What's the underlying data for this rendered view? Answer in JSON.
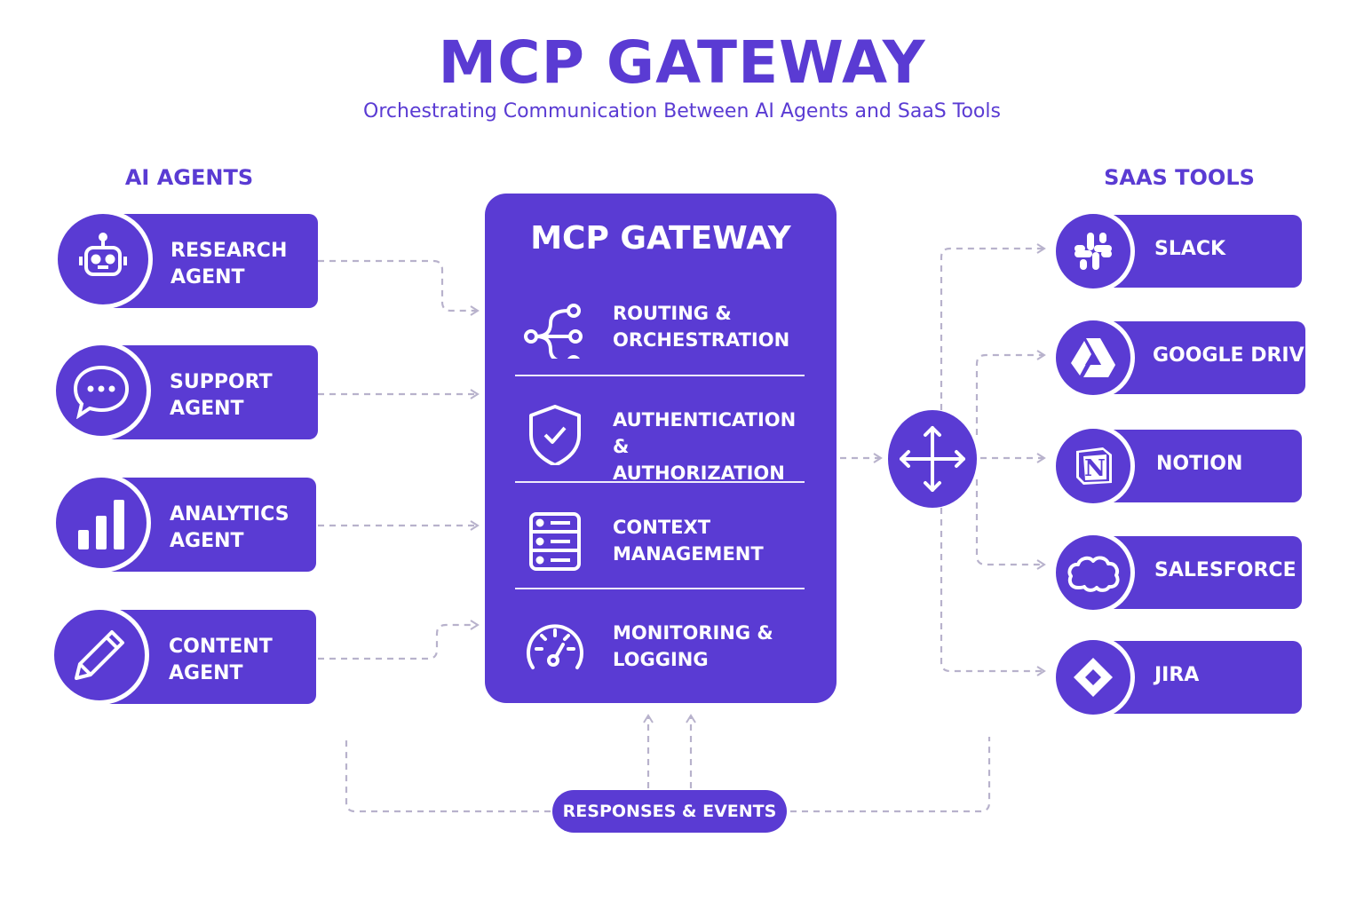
{
  "header": {
    "title": "MCP GATEWAY",
    "subtitle": "Orchestrating Communication Between AI Agents and SaaS Tools"
  },
  "left_section": {
    "label": "AI AGENTS",
    "agents": [
      {
        "line1": "RESEARCH",
        "line2": "AGENT",
        "icon": "robot-icon"
      },
      {
        "line1": "SUPPORT",
        "line2": "AGENT",
        "icon": "chat-bubble-icon"
      },
      {
        "line1": "ANALYTICS",
        "line2": "AGENT",
        "icon": "bar-chart-icon"
      },
      {
        "line1": "CONTENT",
        "line2": "AGENT",
        "icon": "pencil-icon"
      }
    ]
  },
  "gateway": {
    "title": "MCP GATEWAY",
    "items": [
      {
        "line1": "ROUTING &",
        "line2": "ORCHESTRATION",
        "icon": "network-branch-icon"
      },
      {
        "line1": "AUTHENTICATION &",
        "line2": "AUTHORIZATION",
        "icon": "shield-check-icon"
      },
      {
        "line1": "CONTEXT",
        "line2": "MANAGEMENT",
        "icon": "server-stack-icon"
      },
      {
        "line1": "MONITORING &",
        "line2": "LOGGING",
        "icon": "gauge-icon"
      }
    ]
  },
  "hub": {
    "icon": "move-arrows-icon"
  },
  "right_section": {
    "label": "SAAS TOOLS",
    "tools": [
      {
        "label": "SLACK",
        "icon": "slack-icon"
      },
      {
        "label": "GOOGLE DRIVE",
        "icon": "google-drive-icon"
      },
      {
        "label": "NOTION",
        "icon": "notion-icon"
      },
      {
        "label": "SALESFORCE",
        "icon": "salesforce-cloud-icon"
      },
      {
        "label": "JIRA",
        "icon": "jira-icon"
      }
    ]
  },
  "footer": {
    "label": "RESPONSES & EVENTS"
  },
  "colors": {
    "primary": "#5a3bd3",
    "connector": "#b8b2cc",
    "background": "#ffffff"
  }
}
